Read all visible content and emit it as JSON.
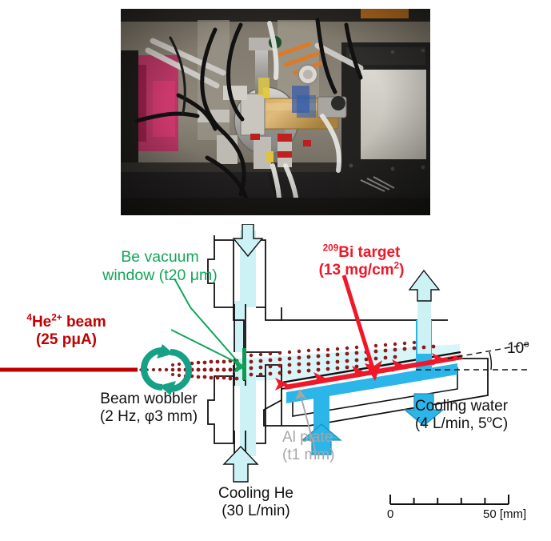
{
  "figure": {
    "kind": "experimental-setup-schematic",
    "photo": {
      "alt": "Photograph of the irradiation target chamber on the beamline: vacuum flanges, copper target holder, black cables, coolant tubing and shielding blocks"
    },
    "colors": {
      "beam_red_dark": "#C00000",
      "target_red_bright": "#F01728",
      "be_window_green": "#12A65A",
      "helium_cyan": "#CCF2F5",
      "water_blue": "#2BB5E8",
      "al_plate_gray": "#A6A6A6",
      "outline_black": "#111111"
    },
    "labels": {
      "beam": {
        "line1_pre": "4",
        "line1_el": "He",
        "line1_charge": "2+",
        "line1_post": " beam",
        "line2": "(25 pμA)",
        "text": "⁴He²⁺ beam (25 pμA)"
      },
      "be_window": {
        "line1": "Be vacuum",
        "line2": "window (t20 μm)"
      },
      "bi_target": {
        "line1_pre": "209",
        "line1_post": "Bi target",
        "line2_pre": "(13 mg/cm",
        "line2_sup": "2",
        "line2_post": ")",
        "text": "²⁰⁹Bi target (13 mg/cm²)"
      },
      "wobbler": {
        "line1": "Beam wobbler",
        "line2": "(2 Hz, φ3 mm)"
      },
      "al_plate": {
        "line1": "Al plate",
        "line2": "(t1 mm)"
      },
      "cooling_he": {
        "line1": "Cooling He",
        "line2": "(30 L/min)"
      },
      "cooling_water": {
        "line1": "Cooling water",
        "line2": "(4 L/min, 5°C)",
        "line2_pre": "(4 L/min, 5",
        "line2_sup": "o",
        "line2_post": "C)"
      },
      "angle": {
        "value": "10",
        "unit": "o",
        "text": "10°"
      }
    },
    "scale_bar": {
      "start_label": "0",
      "end_label": "50 [mm]",
      "ticks": 6,
      "interval_mm": 10,
      "total_mm": 50
    }
  }
}
